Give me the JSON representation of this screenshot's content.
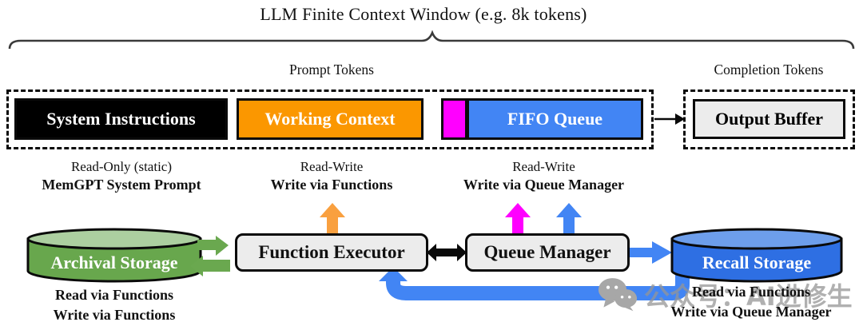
{
  "title": "LLM Finite Context Window (e.g. 8k tokens)",
  "labels": {
    "prompt_tokens": "Prompt Tokens",
    "completion_tokens": "Completion Tokens"
  },
  "context_boxes": {
    "system_instructions": "System Instructions",
    "working_context": "Working Context",
    "fifo_queue": "FIFO Queue",
    "output_buffer": "Output Buffer"
  },
  "annotations": {
    "system_instructions": {
      "line1": "Read-Only (static)",
      "line2": "MemGPT System Prompt"
    },
    "working_context": {
      "line1": "Read-Write",
      "line2": "Write via Functions"
    },
    "fifo_queue": {
      "line1": "Read-Write",
      "line2": "Write via Queue Manager"
    }
  },
  "nodes": {
    "archival_storage": "Archival Storage",
    "function_executor": "Function Executor",
    "queue_manager": "Queue Manager",
    "recall_storage": "Recall Storage"
  },
  "captions": {
    "archival": {
      "line1": "Read via Functions",
      "line2": "Write via Functions"
    },
    "recall": {
      "line1": "Read via Functions",
      "line2": "Write via Queue Manager"
    }
  },
  "watermark": "公众号：AI进修生",
  "colors": {
    "system_box": "#000000",
    "working_box": "#FB9700",
    "fifo_box": "#4285F4",
    "fifo_segment": "#FF00FF",
    "output_box": "#ECECEC",
    "node_box": "#ECECEC",
    "archival_body": "#68A74D",
    "archival_top": "#ACCFA0",
    "recall_body": "#2E6FE3",
    "recall_top": "#6D9EEB",
    "green_arrow": "#6AA84F",
    "orange_arrow": "#F9A03F",
    "magenta_arrow": "#FF00FF",
    "blue_arrow": "#4285F4",
    "black_arrow": "#0A0A0A"
  }
}
